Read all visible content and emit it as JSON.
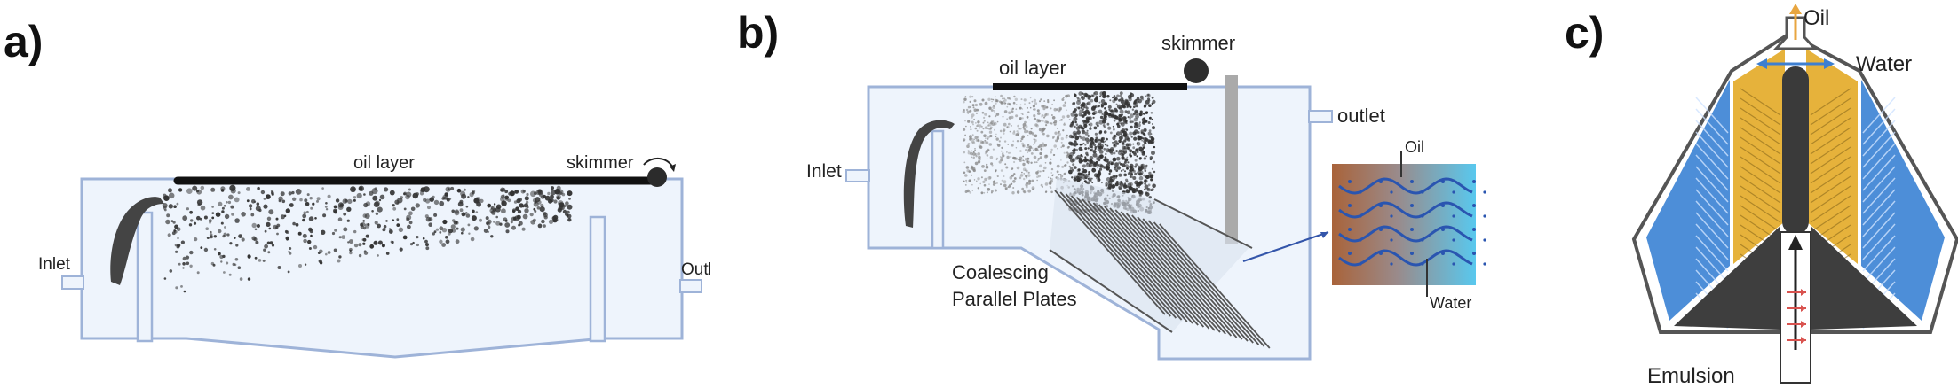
{
  "panels": [
    {
      "label": "a)",
      "oil_layer": "oil layer",
      "skimmer": "skimmer",
      "inlet": "Inlet",
      "outlet": "Outlet"
    },
    {
      "label": "b)",
      "oil_layer": "oil layer",
      "skimmer": "skimmer",
      "inlet": "Inlet",
      "outlet": "outlet",
      "plates": [
        "Coalescing",
        "Parallel Plates"
      ],
      "inset_oil": "Oil",
      "inset_water": "Water"
    },
    {
      "label": "c)",
      "oil": "Oil",
      "water": "Water",
      "emulsion": "Emulsion"
    }
  ],
  "colors": {
    "tank_fill": "#eef4fc",
    "tank_border": "#9eb3d8",
    "oil": "#111111",
    "inset_brown": "#a9633a",
    "inset_blue": "#59c8ee",
    "cyclone_yellow": "#e6b23b",
    "cyclone_blue": "#4d8ed8",
    "cyclone_core": "#3e3e3e",
    "oil_arrow": "#e8a640",
    "water_arrow": "#3d7fd1"
  }
}
